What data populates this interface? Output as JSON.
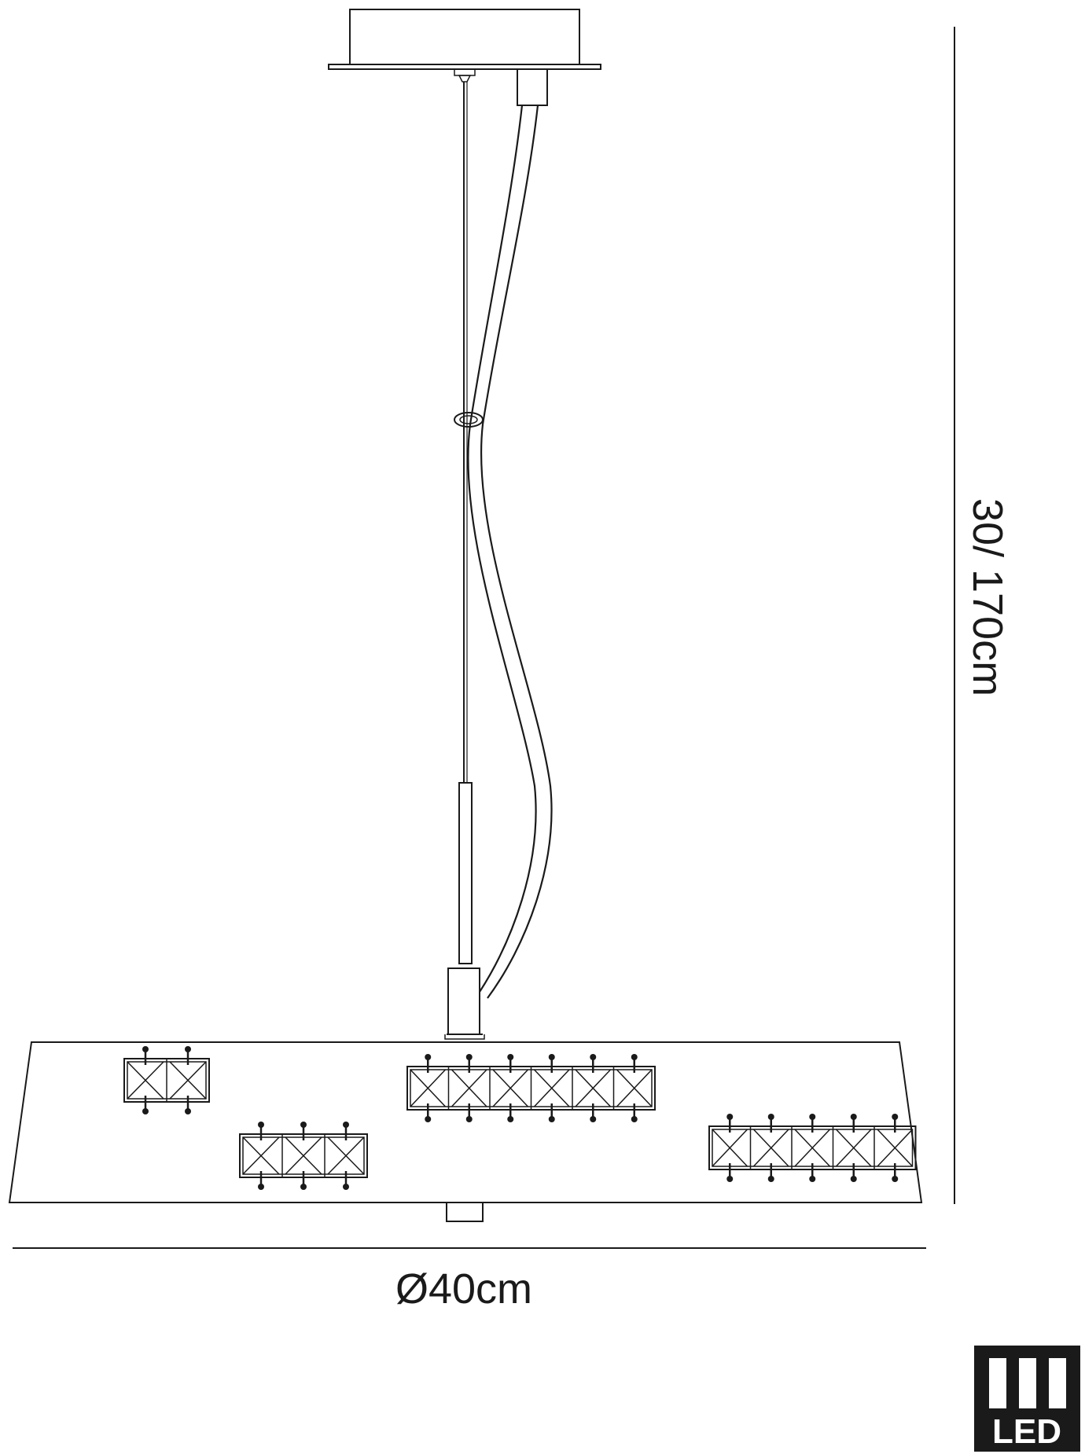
{
  "dimensions": {
    "diameter_label": "Ø40cm",
    "height_label": "30/ 170cm"
  },
  "badge": {
    "label": "LED",
    "icon": "led-icon"
  },
  "colors": {
    "line": "#1a1a1a",
    "badge_bg": "#1a1a1a",
    "badge_fg": "#ffffff"
  },
  "crystal_strips": [
    {
      "name": "crystal-strip-1",
      "cells": 2
    },
    {
      "name": "crystal-strip-2",
      "cells": 3
    },
    {
      "name": "crystal-strip-3",
      "cells": 6
    },
    {
      "name": "crystal-strip-4",
      "cells": 5
    }
  ]
}
